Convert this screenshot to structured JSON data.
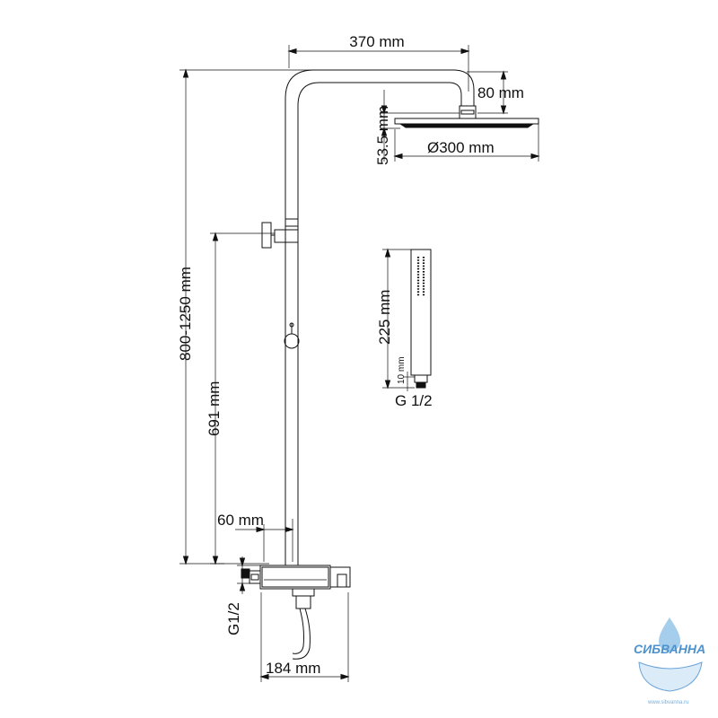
{
  "dimensions": {
    "arm_length": "370 mm",
    "head_drop": "80 mm",
    "head_height": "53.5 mm",
    "head_diameter": "Ø300 mm",
    "rail_height": "800-1250 mm",
    "slider_height": "691 mm",
    "rail_offset": "60 mm",
    "mixer_width": "184 mm",
    "inlet_thread": "G1/2",
    "hand_shower_length": "225 mm",
    "hand_shower_neck": "10 mm",
    "hand_shower_thread": "G 1/2"
  },
  "logo": {
    "name": "СИБВАННА",
    "url": "www.sibvanna.ru"
  },
  "colors": {
    "line": "#111111",
    "logo": "#3a86c8"
  }
}
